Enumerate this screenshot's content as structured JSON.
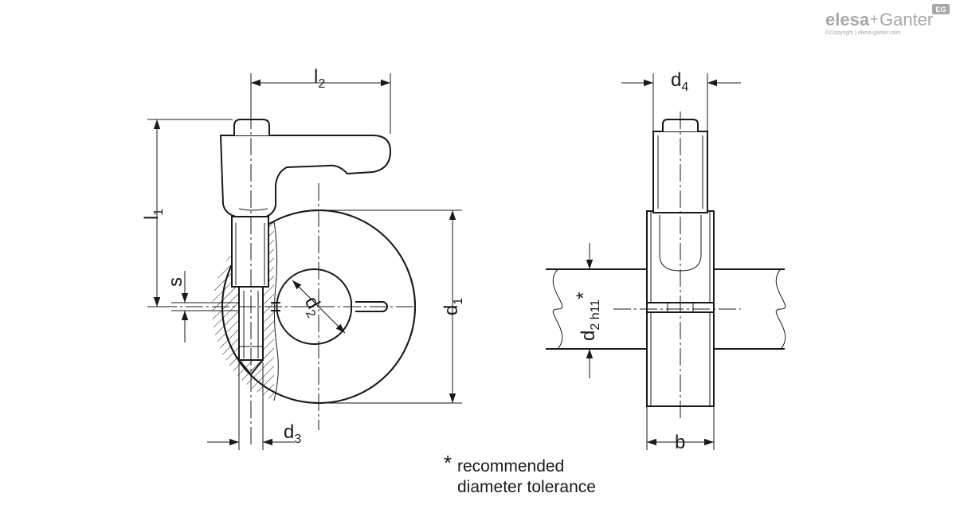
{
  "brand": {
    "logo_left": "elesa",
    "logo_plus": "+",
    "logo_right": "Ganter",
    "badge": "EG",
    "copyright": "©Copyright | elesa-ganter.com"
  },
  "dimensions": {
    "l2": {
      "base": "l",
      "sub": "2"
    },
    "l1": {
      "base": "l",
      "sub": "1"
    },
    "s": {
      "base": "s"
    },
    "d1": {
      "base": "d",
      "sub": "1"
    },
    "d2": {
      "base": "d",
      "sub": "2"
    },
    "d3": {
      "base": "d",
      "sub": "3"
    },
    "d4": {
      "base": "d",
      "sub": "4"
    },
    "d2h11": {
      "base": "d",
      "sub": "2 h11",
      "star": "*"
    },
    "b": {
      "base": "b"
    }
  },
  "note": {
    "star": "*",
    "line1": "recommended",
    "line2": "diameter tolerance"
  }
}
